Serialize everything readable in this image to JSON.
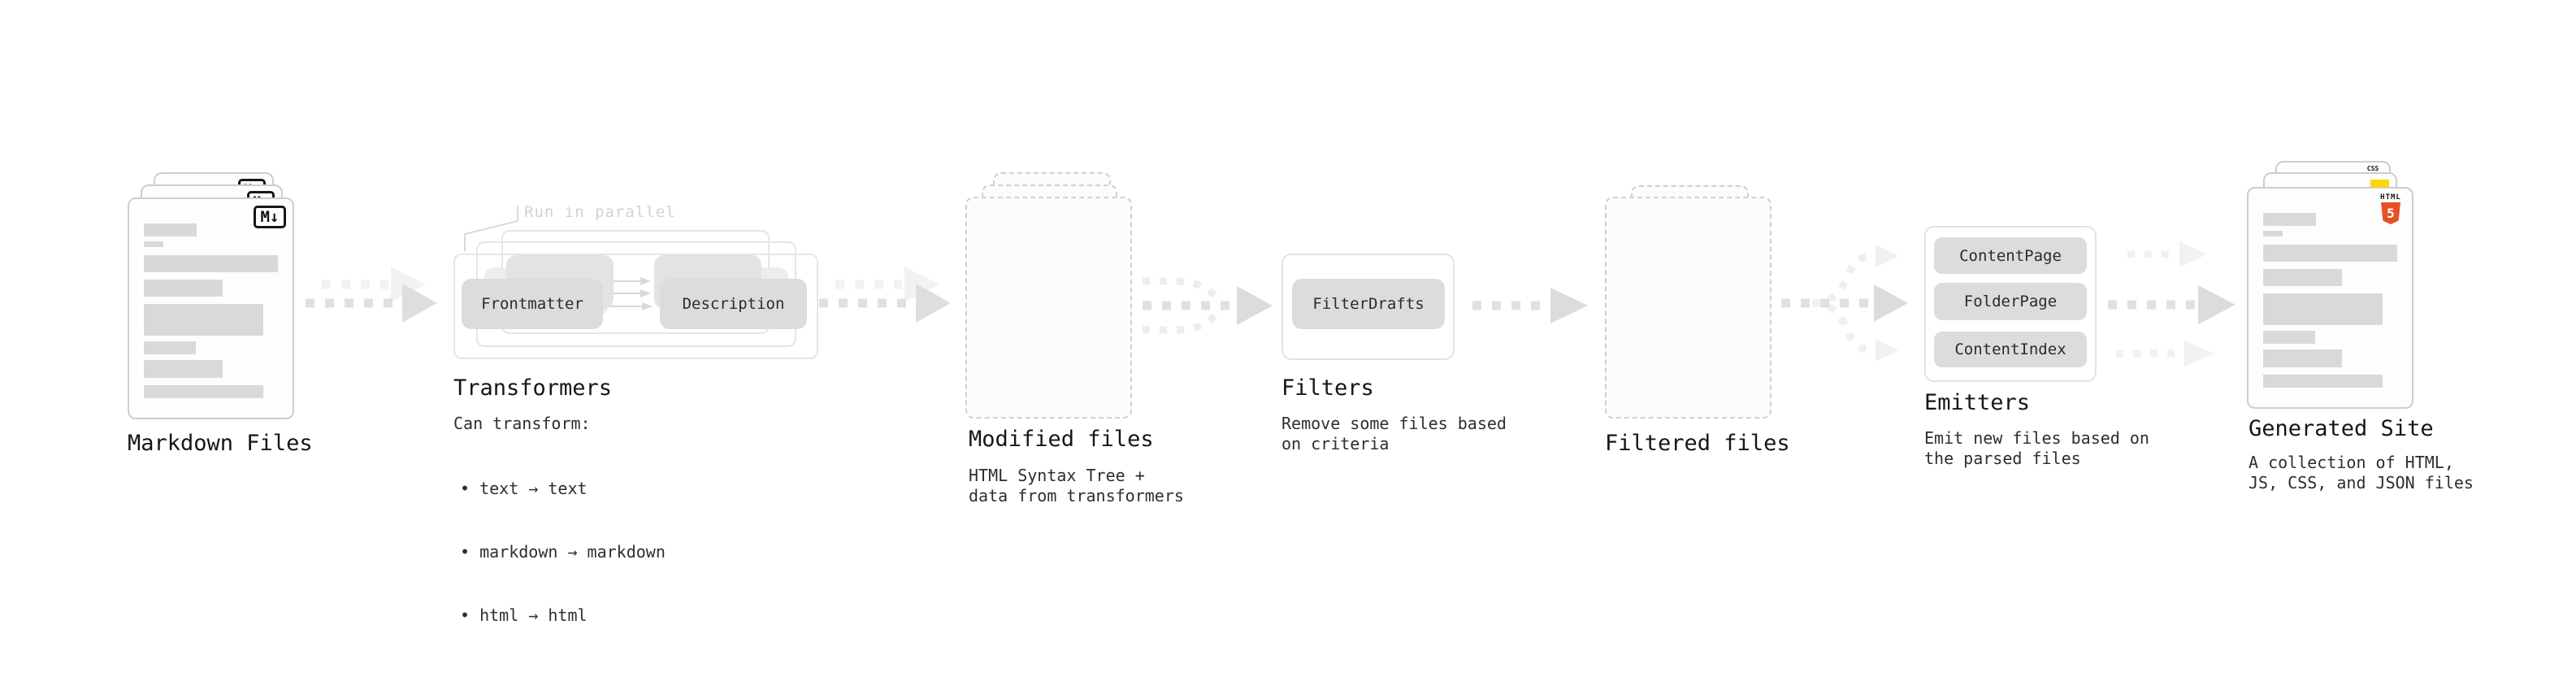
{
  "diagram": {
    "markdown_files": {
      "label": "Markdown Files",
      "badge": "M↓"
    },
    "transformers": {
      "title": "Transformers",
      "annotation": "Run in parallel",
      "node1": "Frontmatter",
      "node2": "Description",
      "desc_heading": "Can transform:",
      "bullets": [
        "• text → text",
        "• markdown → markdown",
        "• html → html"
      ]
    },
    "modified_files": {
      "label": "Modified files",
      "desc_line1": "HTML Syntax Tree +",
      "desc_line2": "data from transformers"
    },
    "filters": {
      "title": "Filters",
      "node": "FilterDrafts",
      "desc_line1": "Remove some files based",
      "desc_line2": "on criteria"
    },
    "filtered_files": {
      "label": "Filtered files"
    },
    "emitters": {
      "title": "Emitters",
      "nodes": [
        "ContentPage",
        "FolderPage",
        "ContentIndex"
      ],
      "desc_line1": "Emit new files based on",
      "desc_line2": "the parsed files"
    },
    "generated_site": {
      "label": "Generated Site",
      "desc_line1": "A collection of HTML,",
      "desc_line2": "JS, CSS, and JSON files",
      "css_badge": "CSS",
      "html_badge_word": "HTML",
      "html_badge_number": "5"
    },
    "colors": {
      "html5_orange": "#e65127",
      "js_yellow": "#ffd600",
      "css_blue": "#2f6bdf"
    }
  }
}
